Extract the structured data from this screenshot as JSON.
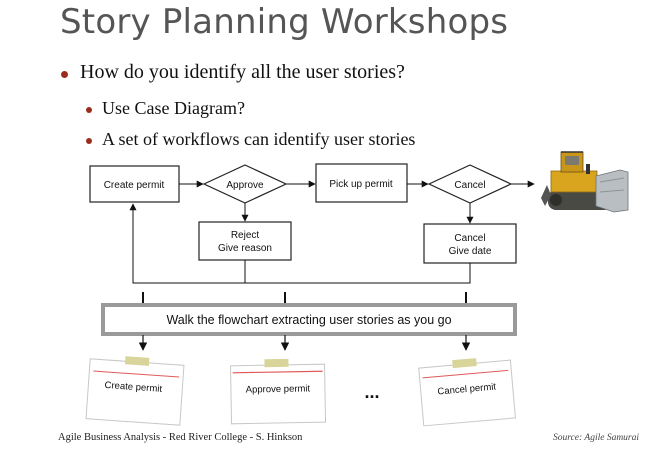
{
  "slide": {
    "title": "Story Planning Workshops",
    "bullets": [
      "How do you identify all the user stories?",
      "Use Case Diagram?",
      "A set of workflows can identify user stories"
    ]
  },
  "flowchart": {
    "create_permit": "Create permit",
    "approve": "Approve",
    "pick_up_permit": "Pick up permit",
    "cancel": "Cancel",
    "reject_line1": "Reject",
    "reject_line2": "Give reason",
    "cancel_box_line1": "Cancel",
    "cancel_box_line2": "Give date",
    "walk_banner": "Walk the flowchart extracting user stories as you go"
  },
  "story_cards": {
    "create": "Create permit",
    "approve": "Approve permit",
    "cancel": "Cancel permit",
    "ellipsis": "..."
  },
  "image": {
    "icon": "bulldozer-icon"
  },
  "footer": {
    "left": "Agile Business Analysis - Red River College - S. Hinkson",
    "right": "Source:  Agile  Samurai"
  },
  "colors": {
    "title": "#555555",
    "bullet": "#9b2d1e",
    "card_tape": "#d8d49a",
    "card_line": "#e05a5a",
    "banner_border": "#9a9a9a",
    "bulldozer": "#d9a41e"
  }
}
